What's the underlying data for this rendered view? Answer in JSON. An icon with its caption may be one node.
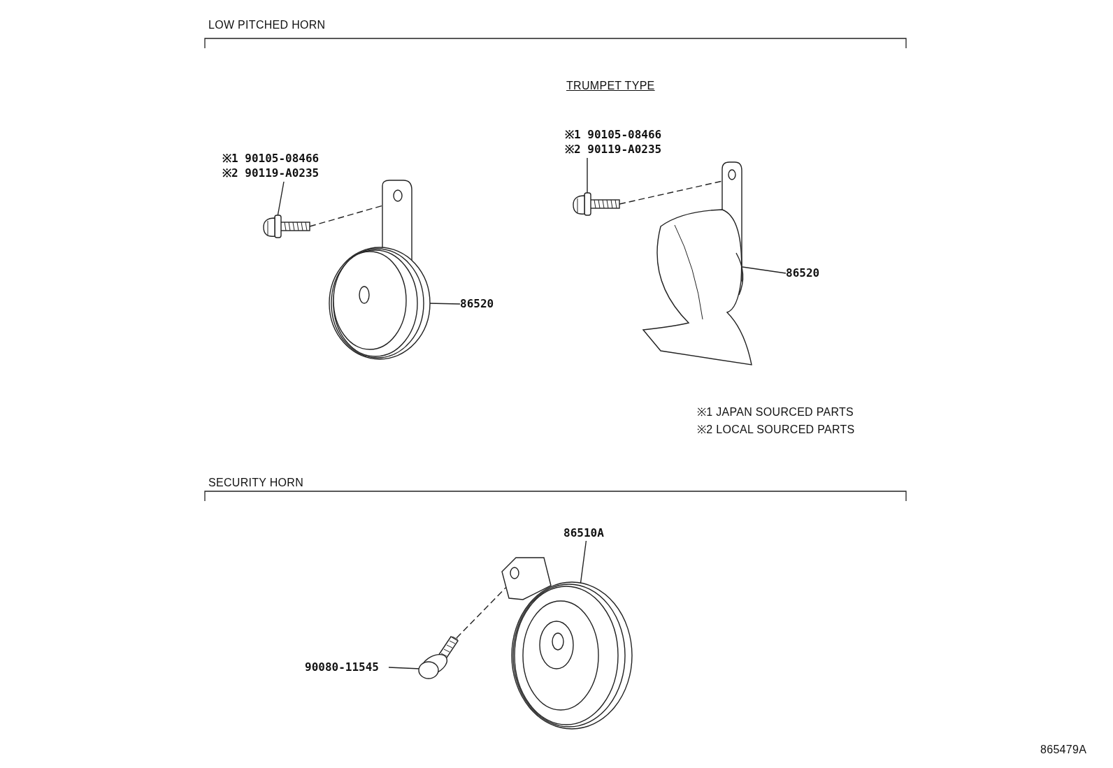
{
  "diagram": {
    "nodes": [
      {
        "text": [
          "※1 90105-08466",
          "※2 90119-A0235"
        ]
      },
      {
        "text": [],
        "shape": "picture"
      },
      {
        "text": [],
        "shape": "picture"
      },
      {
        "text": [
          "86520"
        ]
      },
      {
        "text": [
          "※1 90105-08466",
          "※2 90119-A0235"
        ]
      },
      {
        "text": [],
        "shape": "picture"
      },
      {
        "text": [],
        "shape": "picture"
      },
      {
        "text": [
          "86520"
        ]
      },
      {
        "text": [],
        "shape": "picture"
      },
      {
        "text": [
          "86510A"
        ]
      },
      {
        "text": [],
        "shape": "picture"
      },
      {
        "text": [
          "90080-11545"
        ]
      }
    ],
    "edges": [
      {
        "from": 0,
        "to": 1,
        "arrow": "none"
      },
      {
        "from": 1,
        "to": 2,
        "arrow": "none",
        "style": "dashed"
      },
      {
        "from": 3,
        "to": 2,
        "arrow": "none"
      },
      {
        "from": 4,
        "to": 5,
        "arrow": "none"
      },
      {
        "from": 5,
        "to": 6,
        "arrow": "none",
        "style": "dashed"
      },
      {
        "from": 7,
        "to": 6,
        "arrow": "none"
      },
      {
        "from": 9,
        "to": 8,
        "arrow": "none"
      },
      {
        "from": 11,
        "to": 10,
        "arrow": "none"
      },
      {
        "from": 10,
        "to": 8,
        "arrow": "none",
        "style": "dashed"
      }
    ],
    "labels": [
      "LOW PITCHED HORN",
      "TRUMPET TYPE",
      "※1 JAPAN SOURCED PARTS",
      "※2 LOCAL SOURCED PARTS",
      "SECURITY HORN",
      "865479A"
    ]
  }
}
